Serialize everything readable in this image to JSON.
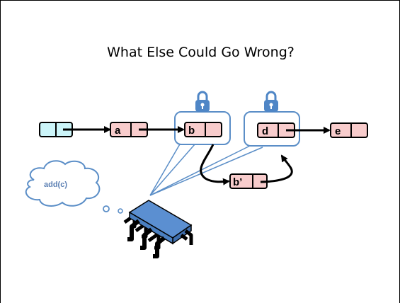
{
  "slide": {
    "title": "What Else Could Go Wrong?"
  },
  "nodes": {
    "head": "",
    "a": "a",
    "b": "b",
    "d": "d",
    "e": "e",
    "b_prime": "b’"
  },
  "thought": {
    "text": "add(c)"
  },
  "icons": {
    "lock": "lock-icon",
    "processor": "processor-chip-icon",
    "cloud": "thought-cloud-icon"
  },
  "colors": {
    "head_fill": "#ccf5f9",
    "node_fill": "#f8cccc",
    "lock_blue": "#4f86c6",
    "callout_stroke": "#5b8ec7",
    "chip_blue": "#5b8fd1",
    "cloud_text": "#5b7fb3"
  }
}
